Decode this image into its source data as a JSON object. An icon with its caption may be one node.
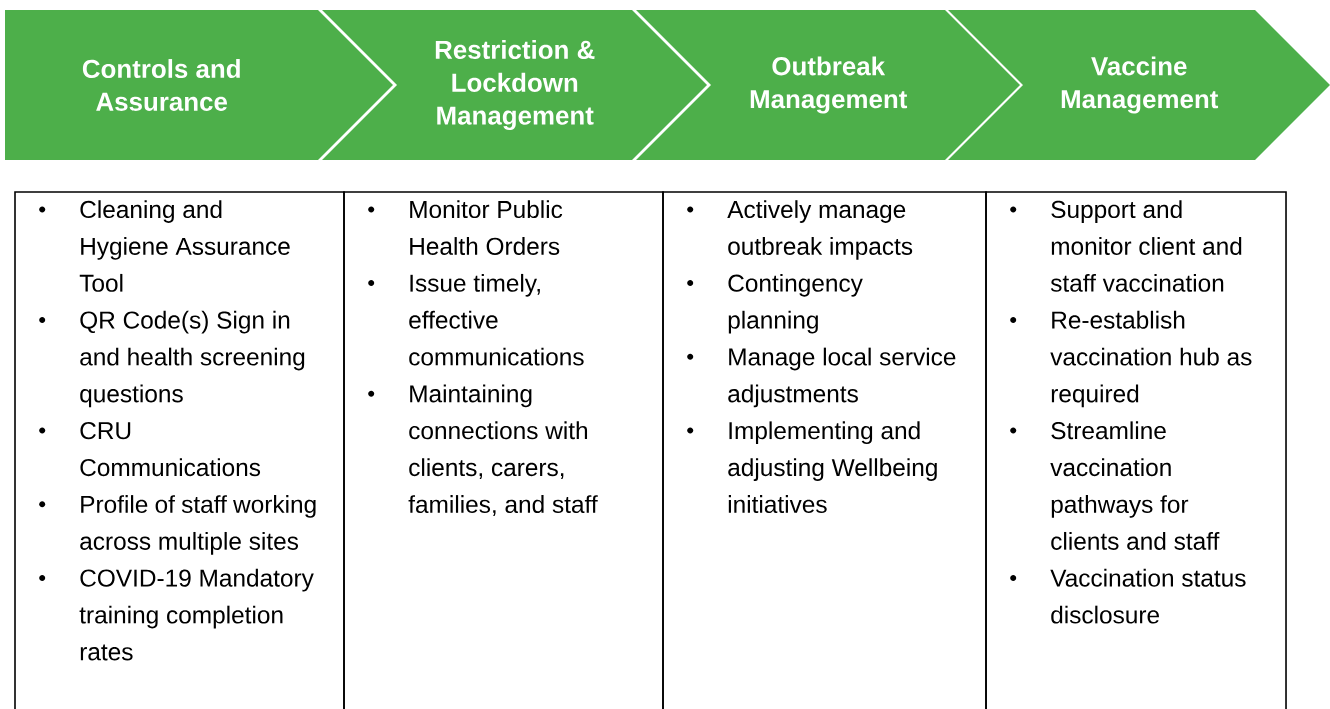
{
  "diagram": {
    "nodes": [
      {
        "text": [
          "Controls and Assurance"
        ]
      },
      {
        "text": [
          "Restriction & Lockdown Management"
        ]
      },
      {
        "text": [
          "Outbreak Management"
        ]
      },
      {
        "text": [
          "Vaccine Management"
        ]
      },
      {
        "text": [
          "Cleaning and Hygiene Assurance Tool",
          "QR Code(s) Sign in and health screening questions",
          "CRU Communications",
          "Profile of staff working across multiple sites",
          "COVID-19 Mandatory training completion rates"
        ]
      },
      {
        "text": [
          "Monitor Public Health Orders",
          "Issue timely, effective communications",
          "Maintaining connections with clients, carers, families, and staff"
        ]
      },
      {
        "text": [
          "Actively manage outbreak impacts",
          "Contingency planning",
          "Manage local service adjustments",
          "Implementing and adjusting Wellbeing initiatives"
        ]
      },
      {
        "text": [
          "Support and monitor client and staff vaccination",
          "Re-establish vaccination hub as required",
          "Streamline vaccination pathways for clients and staff",
          "Vaccination status disclosure"
        ]
      }
    ]
  }
}
